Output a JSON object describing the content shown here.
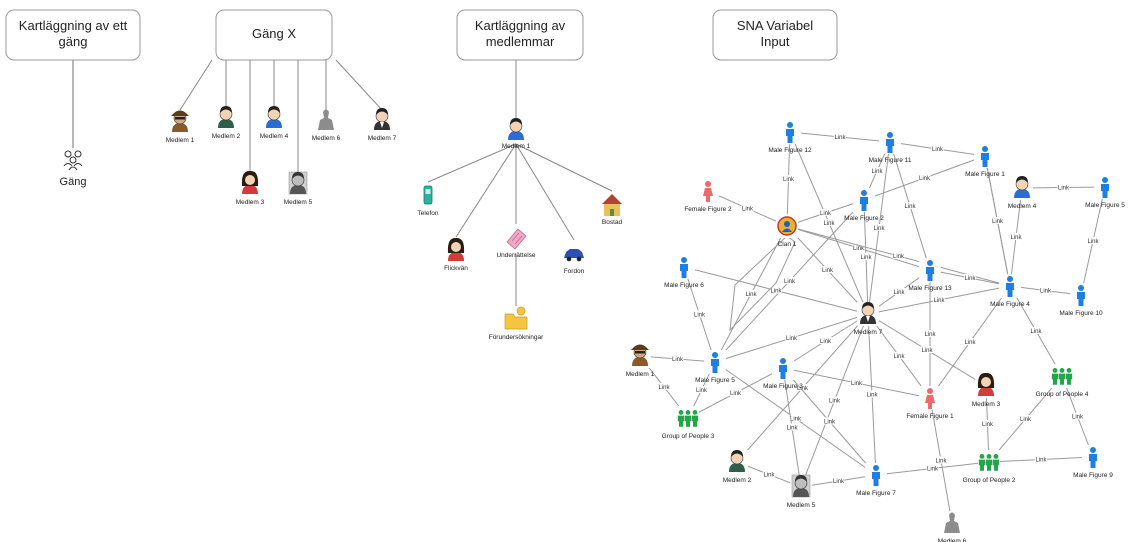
{
  "headers": {
    "gang_mapping_line1": "Kartläggning av ett",
    "gang_mapping_line2": "gäng",
    "gang_x": "Gäng X",
    "member_mapping_line1": "Kartläggning av",
    "member_mapping_line2": "medlemmar",
    "sna_line1": "SNA Variabel",
    "sna_line2": "Input"
  },
  "gang_node": {
    "label": "Gäng",
    "icon": "group-icon"
  },
  "gang_x_members": [
    {
      "label": "Medlem 1",
      "icon": "spy-icon"
    },
    {
      "label": "Medlem 2",
      "icon": "man-icon"
    },
    {
      "label": "Medlem 3",
      "icon": "woman-icon"
    },
    {
      "label": "Medlem 4",
      "icon": "man-blue-icon"
    },
    {
      "label": "Medlem 5",
      "icon": "man-gray-icon"
    },
    {
      "label": "Medlem 6",
      "icon": "statue-icon"
    },
    {
      "label": "Medlem 7",
      "icon": "man-suit-icon"
    }
  ],
  "member_map": {
    "center": {
      "label": "Medlem 1",
      "icon": "man-blue-icon"
    },
    "items": [
      {
        "label": "Telefon",
        "icon": "phone-icon"
      },
      {
        "label": "Flickvän",
        "icon": "woman-icon"
      },
      {
        "label": "Underrättelse",
        "icon": "document-icon"
      },
      {
        "label": "Fordon",
        "icon": "car-icon"
      },
      {
        "label": "Bostad",
        "icon": "house-icon"
      },
      {
        "label": "Förundersökningar",
        "icon": "folder-icon"
      }
    ]
  },
  "sna": {
    "edge_label": "Link",
    "nodes": [
      {
        "id": "mf12",
        "label": "Male Figure 12",
        "kind": "male"
      },
      {
        "id": "mf11",
        "label": "Male Figure 11",
        "kind": "male"
      },
      {
        "id": "mf1",
        "label": "Male Figure 1",
        "kind": "male"
      },
      {
        "id": "mf2",
        "label": "Male Figure 2",
        "kind": "male"
      },
      {
        "id": "ff2",
        "label": "Female Figure 2",
        "kind": "female"
      },
      {
        "id": "clan1",
        "label": "Clan 1",
        "kind": "clan"
      },
      {
        "id": "m4",
        "label": "Medlem 4",
        "kind": "member-blue"
      },
      {
        "id": "mf5",
        "label": "Male Figure 5",
        "kind": "male"
      },
      {
        "id": "mf6",
        "label": "Male Figure 6",
        "kind": "male"
      },
      {
        "id": "mf13",
        "label": "Male Figure 13",
        "kind": "male"
      },
      {
        "id": "mf4",
        "label": "Male Figure 4",
        "kind": "male"
      },
      {
        "id": "mf10",
        "label": "Male Figure 10",
        "kind": "male"
      },
      {
        "id": "m7",
        "label": "Medlem 7",
        "kind": "member-suit"
      },
      {
        "id": "m1",
        "label": "Medlem 1",
        "kind": "member-spy"
      },
      {
        "id": "mf5b",
        "label": "Male Figure 5",
        "kind": "male"
      },
      {
        "id": "mf3",
        "label": "Male Figure 3",
        "kind": "male"
      },
      {
        "id": "gp4",
        "label": "Group of People 4",
        "kind": "group"
      },
      {
        "id": "m3",
        "label": "Medlem 3",
        "kind": "member-woman"
      },
      {
        "id": "ff1",
        "label": "Female Figure 1",
        "kind": "female"
      },
      {
        "id": "gp3",
        "label": "Group of People 3",
        "kind": "group"
      },
      {
        "id": "m2",
        "label": "Medlem 2",
        "kind": "member-man"
      },
      {
        "id": "m5",
        "label": "Medlem 5",
        "kind": "member-gray"
      },
      {
        "id": "mf7",
        "label": "Male Figure 7",
        "kind": "male"
      },
      {
        "id": "gp2",
        "label": "Group of People 2",
        "kind": "group"
      },
      {
        "id": "mf9",
        "label": "Male Figure 9",
        "kind": "male"
      },
      {
        "id": "m6",
        "label": "Medlem 6",
        "kind": "member-statue"
      }
    ],
    "edges": [
      [
        "mf12",
        "mf11"
      ],
      [
        "mf11",
        "mf1"
      ],
      [
        "mf12",
        "clan1"
      ],
      [
        "mf12",
        "m7"
      ],
      [
        "mf11",
        "mf2"
      ],
      [
        "mf11",
        "mf13"
      ],
      [
        "mf11",
        "m7"
      ],
      [
        "mf1",
        "mf2"
      ],
      [
        "mf1",
        "mf4"
      ],
      [
        "ff2",
        "clan1"
      ],
      [
        "mf2",
        "clan1"
      ],
      [
        "mf2",
        "m7"
      ],
      [
        "mf2",
        "mf5b"
      ],
      [
        "clan1",
        "mf13"
      ],
      [
        "clan1",
        "mf4"
      ],
      [
        "clan1",
        "mf5b"
      ],
      [
        "clan1",
        "m7"
      ],
      [
        "m4",
        "mf5"
      ],
      [
        "m4",
        "mf4"
      ],
      [
        "mf5",
        "mf10"
      ],
      [
        "mf4",
        "mf10"
      ],
      [
        "mf4",
        "mf13"
      ],
      [
        "mf4",
        "m7"
      ],
      [
        "mf4",
        "gp4"
      ],
      [
        "mf4",
        "ff1"
      ],
      [
        "mf6",
        "m7"
      ],
      [
        "mf6",
        "mf5b"
      ],
      [
        "mf13",
        "m7"
      ],
      [
        "mf13",
        "ff1"
      ],
      [
        "m7",
        "mf5b"
      ],
      [
        "m7",
        "mf3"
      ],
      [
        "m7",
        "m3"
      ],
      [
        "m7",
        "mf7"
      ],
      [
        "m7",
        "m2"
      ],
      [
        "m7",
        "m5"
      ],
      [
        "m7",
        "ff1"
      ],
      [
        "m1",
        "mf5b"
      ],
      [
        "m1",
        "gp3"
      ],
      [
        "mf5b",
        "gp3"
      ],
      [
        "mf5b",
        "mf7"
      ],
      [
        "mf3",
        "gp3"
      ],
      [
        "mf3",
        "ff1"
      ],
      [
        "mf3",
        "m5"
      ],
      [
        "gp4",
        "gp2"
      ],
      [
        "gp4",
        "mf9"
      ],
      [
        "m3",
        "gp2"
      ],
      [
        "ff1",
        "m6"
      ],
      [
        "mf7",
        "gp2"
      ],
      [
        "gp2",
        "mf9"
      ],
      [
        "mf7",
        "m5"
      ],
      [
        "m2",
        "m5"
      ],
      [
        "mf1",
        "mf4"
      ],
      [
        "mf3",
        "mf7"
      ]
    ]
  }
}
